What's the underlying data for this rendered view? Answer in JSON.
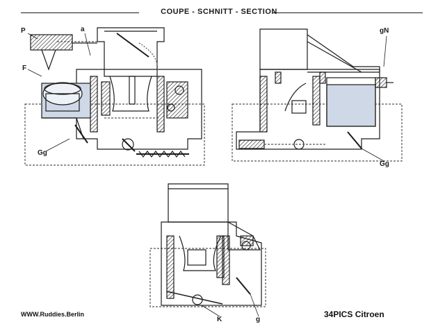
{
  "header": {
    "title": "COUPE - SCHNITT - SECTION"
  },
  "callouts": {
    "P": "P",
    "a": "a",
    "F": "F",
    "Gg_left": "Gg",
    "gN": "gN",
    "Gg_right": "Gg",
    "K": "K",
    "g": "g"
  },
  "footer": {
    "website": "WWW.Ruddies.Berlin",
    "model": "34PICS  Citroen"
  },
  "colors": {
    "ink": "#1a1a1a",
    "fuel": "#cfd8e6",
    "dashed": "#555555"
  }
}
